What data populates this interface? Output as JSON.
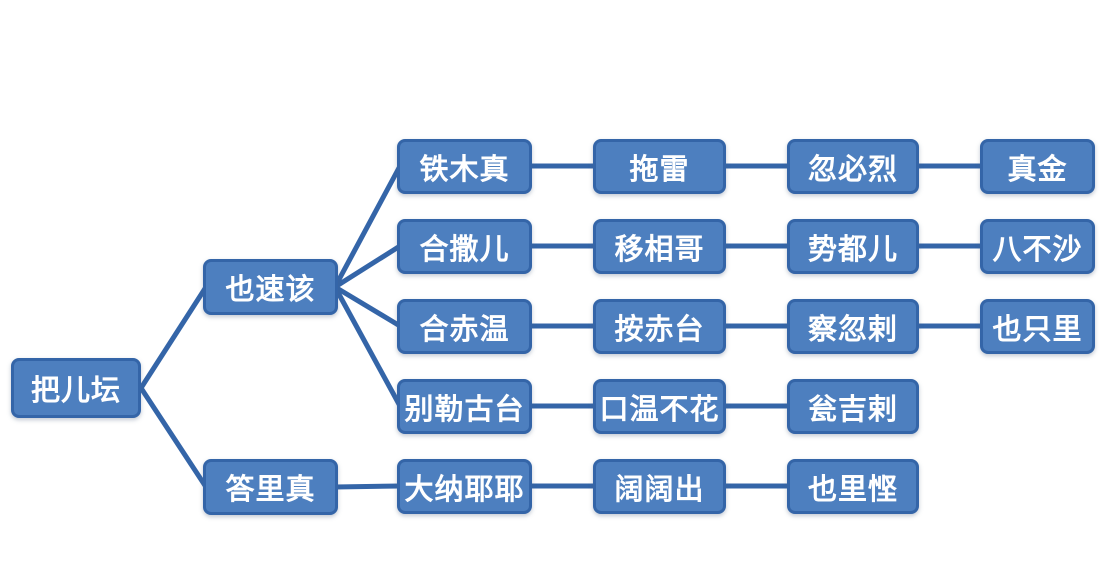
{
  "diagram": {
    "type": "family-tree",
    "colors": {
      "node_fill": "#4d7fbf",
      "node_border": "#3465a8",
      "connector": "#3465a8",
      "node_text": "#ffffff",
      "background": "#ffffff"
    },
    "generations": [
      {
        "members": [
          "把儿坛"
        ]
      },
      {
        "members": [
          "也速该",
          "答里真"
        ]
      },
      {
        "members": [
          "铁木真",
          "合撒儿",
          "合赤温",
          "别勒古台",
          "大纳耶耶"
        ]
      },
      {
        "members": [
          "拖雷",
          "移相哥",
          "按赤台",
          "口温不花",
          "阔阔出"
        ]
      },
      {
        "members": [
          "忽必烈",
          "势都儿",
          "察忽剌",
          "瓮吉剌",
          "也里悭"
        ]
      },
      {
        "members": [
          "真金",
          "八不沙",
          "也只里"
        ]
      }
    ],
    "edges": [
      {
        "from": "把儿坛",
        "to": "也速该"
      },
      {
        "from": "把儿坛",
        "to": "答里真"
      },
      {
        "from": "也速该",
        "to": "铁木真"
      },
      {
        "from": "也速该",
        "to": "合撒儿"
      },
      {
        "from": "也速该",
        "to": "合赤温"
      },
      {
        "from": "也速该",
        "to": "别勒古台"
      },
      {
        "from": "答里真",
        "to": "大纳耶耶"
      },
      {
        "from": "铁木真",
        "to": "拖雷"
      },
      {
        "from": "拖雷",
        "to": "忽必烈"
      },
      {
        "from": "忽必烈",
        "to": "真金"
      },
      {
        "from": "合撒儿",
        "to": "移相哥"
      },
      {
        "from": "移相哥",
        "to": "势都儿"
      },
      {
        "from": "势都儿",
        "to": "八不沙"
      },
      {
        "from": "合赤温",
        "to": "按赤台"
      },
      {
        "from": "按赤台",
        "to": "察忽剌"
      },
      {
        "from": "察忽剌",
        "to": "也只里"
      },
      {
        "from": "别勒古台",
        "to": "口温不花"
      },
      {
        "from": "口温不花",
        "to": "瓮吉剌"
      },
      {
        "from": "大纳耶耶",
        "to": "阔阔出"
      },
      {
        "from": "阔阔出",
        "to": "也里悭"
      }
    ]
  }
}
